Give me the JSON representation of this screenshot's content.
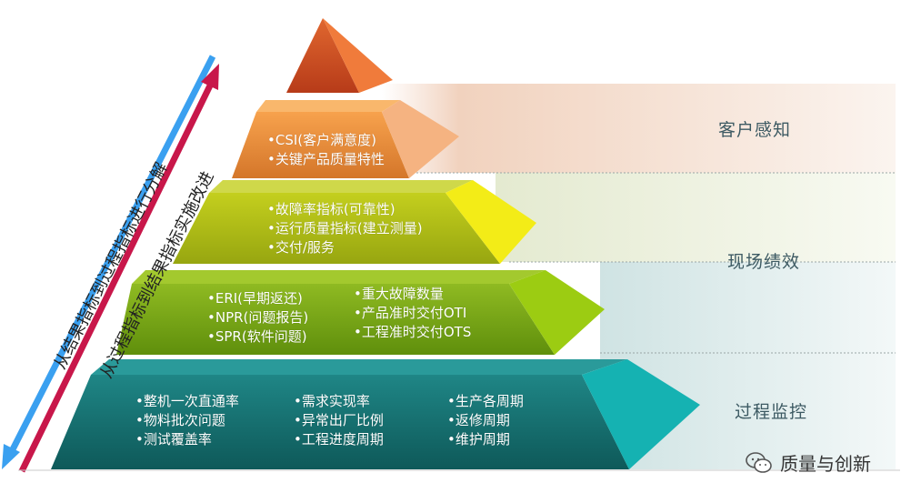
{
  "colors": {
    "tier1": "#d9562b",
    "tier2": "#f39a4a",
    "tier3": "#b7c41a",
    "tier4": "#8bb51c",
    "tier5": "#1d7d7d",
    "arrow_blue": "#3aa0f0",
    "arrow_red": "#c8174a"
  },
  "arrows": {
    "down_text": "从结果指标到过程指标进行分解",
    "up_text": "从过程指标到结果指标实施改进"
  },
  "levels": [
    {
      "label": "客户感知"
    },
    {
      "label": "现场绩效"
    },
    {
      "label": "过程监控"
    }
  ],
  "tiers": {
    "tier2": [
      "•CSI(客户满意度)",
      "•关键产品质量特性"
    ],
    "tier3": [
      "•故障率指标(可靠性)",
      "•运行质量指标(建立测量)",
      "•交付/服务"
    ],
    "tier4": {
      "col1": [
        "•ERI(早期返还)",
        "•NPR(问题报告)",
        "•SPR(软件问题)"
      ],
      "col2": [
        "•重大故障数量",
        "•产品准时交付OTI",
        "•工程准时交付OTS"
      ]
    },
    "tier5": {
      "col1": [
        "•整机一次直通率",
        "•物料批次问题",
        "•测试覆盖率"
      ],
      "col2": [
        "•需求实现率",
        "•异常出厂比例",
        "•工程进度周期"
      ],
      "col3": [
        "•生产各周期",
        "•返修周期",
        "•维护周期"
      ]
    }
  },
  "watermark": {
    "text": "质量与创新",
    "icon": "wechat-icon"
  }
}
